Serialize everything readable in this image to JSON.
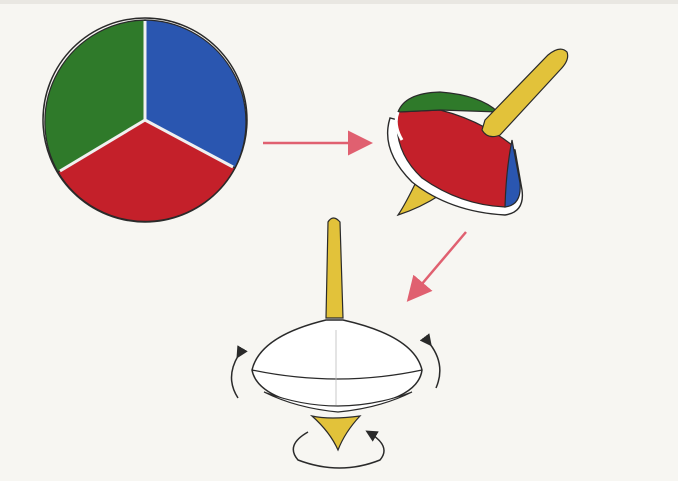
{
  "colors": {
    "paper": "#f7f6f2",
    "green": "#2f7a2a",
    "blue": "#2a56b0",
    "red": "#c4202a",
    "yellow": "#e2c23a",
    "arrow": "#e06070",
    "outline": "#2a2a2a"
  },
  "figures": [
    {
      "name": "color-disc",
      "sectors": [
        "green",
        "blue",
        "red"
      ]
    },
    {
      "name": "spinning-top-colored"
    },
    {
      "name": "spinning-top-white"
    }
  ],
  "icons": [
    "right-arrow-icon",
    "down-left-arrow-icon",
    "rotation-arrow-icon"
  ]
}
